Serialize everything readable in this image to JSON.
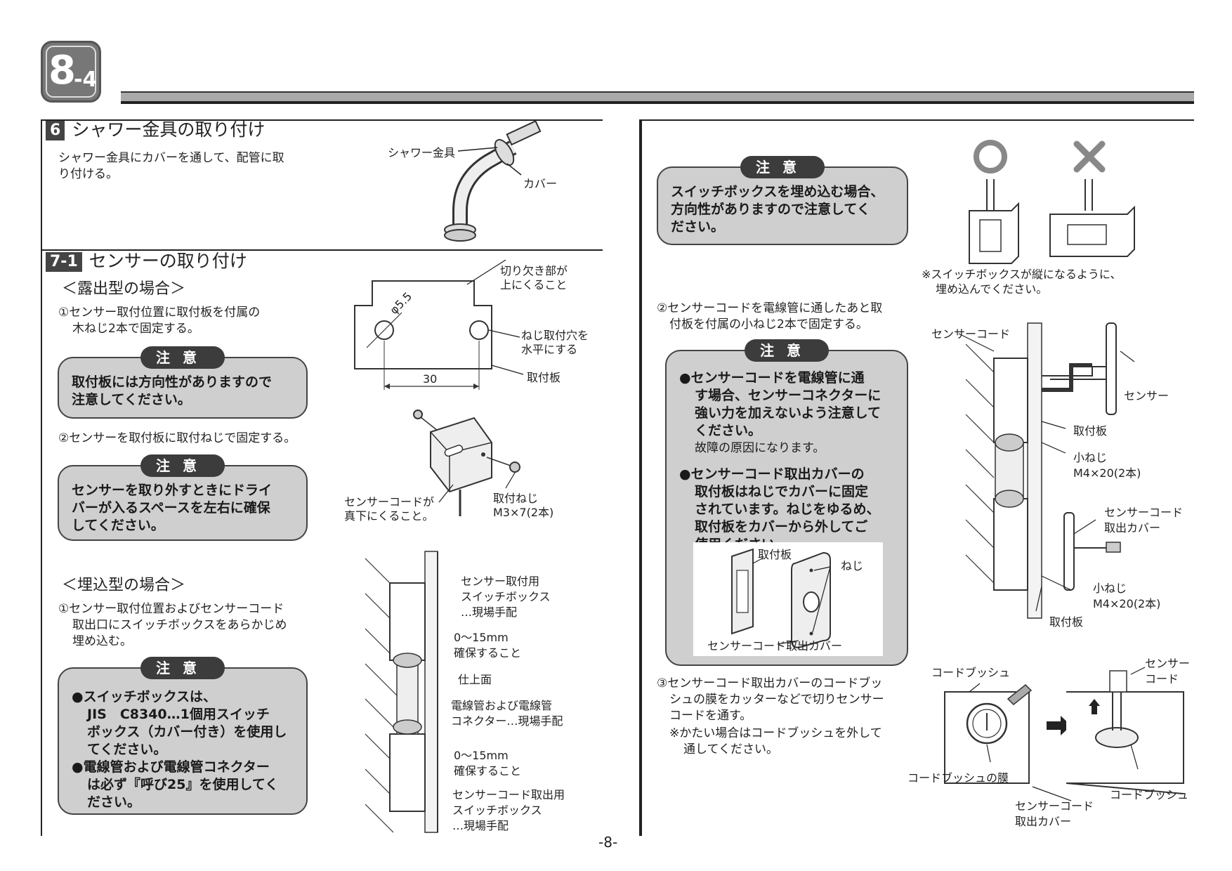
{
  "header": {
    "section_main": "8",
    "section_sub": "-4"
  },
  "page_number": "-8-",
  "sec6": {
    "num": "6",
    "title": "シャワー金具の取り付け",
    "text": [
      "シャワー金具にカバーを通して、配管に取",
      "り付ける。"
    ],
    "label_fitting": "シャワー金具",
    "label_cover": "カバー"
  },
  "sec71": {
    "num": "7-1",
    "title": "センサーの取り付け",
    "exposed_heading": "＜露出型の場合＞",
    "step1": [
      "①センサー取付位置に取付板を付属の",
      "木ねじ2本で固定する。"
    ],
    "caution1": {
      "label": "注意",
      "lines": [
        "取付板には方向性がありますので",
        "注意してください。"
      ]
    },
    "step2": "②センサーを取付板に取付ねじで固定する。",
    "caution2": {
      "label": "注意",
      "lines": [
        "センサーを取り外すときにドライ",
        "バーが入るスペースを左右に確保",
        "してください。"
      ]
    },
    "embedded_heading": "＜埋込型の場合＞",
    "step_e1": [
      "①センサー取付位置およびセンサーコード",
      "取出口にスイッチボックスをあらかじめ",
      "埋め込む。"
    ],
    "caution3": {
      "label": "注意",
      "bullet1": [
        "●スイッチボックスは、",
        "JIS　C8340…1個用スイッチ",
        "ボックス（カバー付き）を使用し",
        "てください。"
      ],
      "bullet2": [
        "●電線管および電線管コネクター",
        "は必ず『呼び25』を使用してく",
        "ださい。"
      ]
    },
    "plate_labels": {
      "notch": [
        "切り欠き部が",
        "上にくること"
      ],
      "holes": [
        "ねじ取付穴を",
        "水平にする"
      ],
      "plate": "取付板",
      "diameter": "φ5.5",
      "dim": "30"
    },
    "sensor_labels": {
      "cord": [
        "センサーコードが",
        "真下にくること。"
      ],
      "screw": [
        "取付ねじ",
        "M3×7(2本)"
      ]
    },
    "wall_labels": {
      "box_top": [
        "センサー取付用",
        "スイッチボックス",
        "…現場手配"
      ],
      "gap1": [
        "0～15mm",
        "確保すること"
      ],
      "finish": "仕上面",
      "conduit": [
        "電線管および電線管",
        "コネクター…現場手配"
      ],
      "gap2": [
        "0～15mm",
        "確保すること"
      ],
      "box_bottom": [
        "センサーコード取出用",
        "スイッチボックス",
        "…現場手配"
      ]
    }
  },
  "right": {
    "caution_top": {
      "label": "注意",
      "lines": [
        "スイッチボックスを埋め込む場合、",
        "方向性がありますので注意してく",
        "ださい。"
      ]
    },
    "box_note": [
      "※スイッチボックスが縦になるように、",
      "埋め込んでください。"
    ],
    "step2": [
      "②センサーコードを電線管に通したあと取",
      "付板を付属の小ねじ2本で固定する。"
    ],
    "caution_mid": {
      "label": "注意",
      "b1": [
        "●センサーコードを電線管に通",
        "す場合、センサーコネクターに",
        "強い力を加えないよう注意して",
        "ください。"
      ],
      "b1_note": "故障の原因になります。",
      "b2": [
        "●センサーコード取出カバーの",
        "取付板はねじでカバーに固定",
        "されています。ねじをゆるめ、",
        "取付板をカバーから外してご",
        "使用ください。"
      ],
      "fig_plate": "取付板",
      "fig_screw": "ねじ",
      "fig_cover": "センサーコード取出カバー"
    },
    "diagram_labels": {
      "cord": "センサーコード",
      "sensor": "センサー",
      "plate1": "取付板",
      "screw1": [
        "小ねじ",
        "M4×20(2本)"
      ],
      "cover": [
        "センサーコード",
        "取出カバー"
      ],
      "screw2": [
        "小ねじ",
        "M4×20(2本)"
      ],
      "plate2": "取付板"
    },
    "step3": [
      "③センサーコード取出カバーのコードブッ",
      "シュの膜をカッターなどで切りセンサー",
      "コードを通す。"
    ],
    "step3_note": [
      "※かたい場合はコードブッシュを外して",
      "通してください。"
    ],
    "bush_labels": {
      "bush_top": "コードブッシュ",
      "sensor_cord": [
        "センサー",
        "コード"
      ],
      "membrane": "コードブッシュの膜",
      "bush_right": "コードブッシュ",
      "cover": [
        "センサーコード",
        "取出カバー"
      ]
    }
  }
}
